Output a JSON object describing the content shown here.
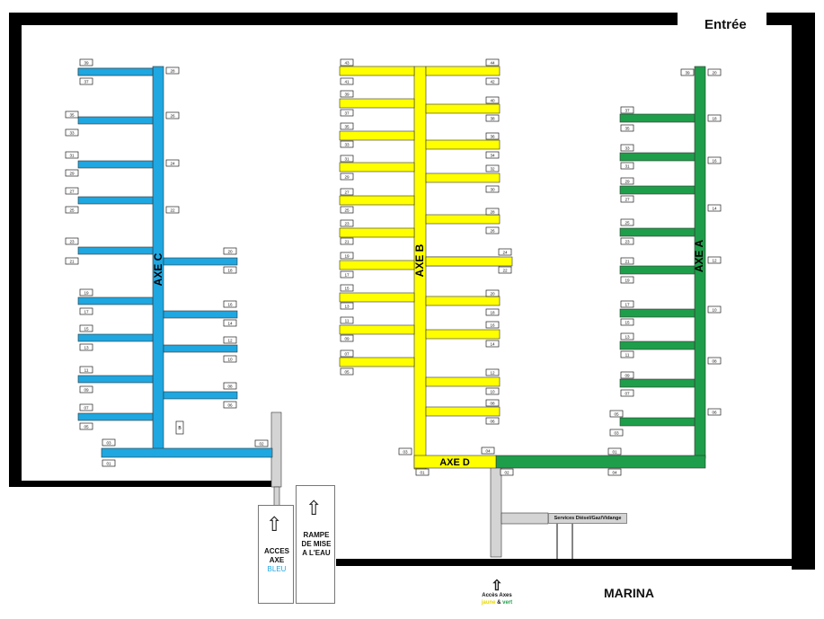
{
  "labels": {
    "entree": "Entrée",
    "marina": "MARINA",
    "acces_axe_bleu_line1": "ACCES AXE",
    "acces_axe_bleu_line2": "BLEU",
    "rampe_line1": "RAMPE",
    "rampe_line2": "DE MISE",
    "rampe_line3": "A L'EAU",
    "services": "Services Diésel/Gaz/Vidange",
    "acces_axes_line1": "Accès Axes",
    "acces_axes_jaune": "jaune",
    "acces_axes_and": " & ",
    "acces_axes_vert": "vert"
  },
  "colors": {
    "axe_a": "#1e9e4a",
    "axe_b": "#ffff00",
    "axe_c": "#1ea7e1",
    "axe_d": "#ffff00",
    "bleu_text": "#1ea7e1",
    "jaune_text": "#e6d800",
    "vert_text": "#1e9e4a",
    "wall": "#000000",
    "walkway": "#d4d4d4"
  },
  "axes": [
    {
      "id": "C",
      "label": "AXE C",
      "left_numbers": [
        "39",
        "37",
        "35",
        "33",
        "31",
        "29",
        "27",
        "25",
        "23",
        "21",
        "19",
        "17",
        "15",
        "13",
        "11",
        "09",
        "07",
        "05",
        "03",
        "01"
      ],
      "right_numbers": [
        "20",
        "18",
        "16",
        "14",
        "12",
        "10",
        "08",
        "06",
        "02"
      ],
      "spine_numbers": [
        "28",
        "26",
        "24",
        "22"
      ],
      "small_marker": "B"
    },
    {
      "id": "B",
      "label": "AXE B",
      "left_numbers": [
        "43",
        "41",
        "39",
        "37",
        "35",
        "33",
        "31",
        "29",
        "27",
        "25",
        "23",
        "21",
        "19",
        "17",
        "15",
        "13",
        "11",
        "09",
        "07",
        "05"
      ],
      "right_numbers": [
        "44",
        "42",
        "40",
        "38",
        "36",
        "34",
        "32",
        "30",
        "28",
        "26",
        "24",
        "22",
        "20",
        "18",
        "16",
        "14",
        "12",
        "10",
        "08",
        "06"
      ]
    },
    {
      "id": "A",
      "label": "AXE A",
      "left_numbers": [
        "39",
        "37",
        "35",
        "33",
        "31",
        "29",
        "27",
        "25",
        "23",
        "21",
        "19",
        "17",
        "15",
        "13",
        "11",
        "09",
        "07",
        "05",
        "03"
      ],
      "right_numbers": [
        "20",
        "18",
        "16",
        "14",
        "12",
        "10",
        "08",
        "06"
      ]
    },
    {
      "id": "D",
      "label": "AXE D",
      "numbers": [
        "03",
        "04",
        "01",
        "02",
        "01",
        "04"
      ]
    }
  ]
}
